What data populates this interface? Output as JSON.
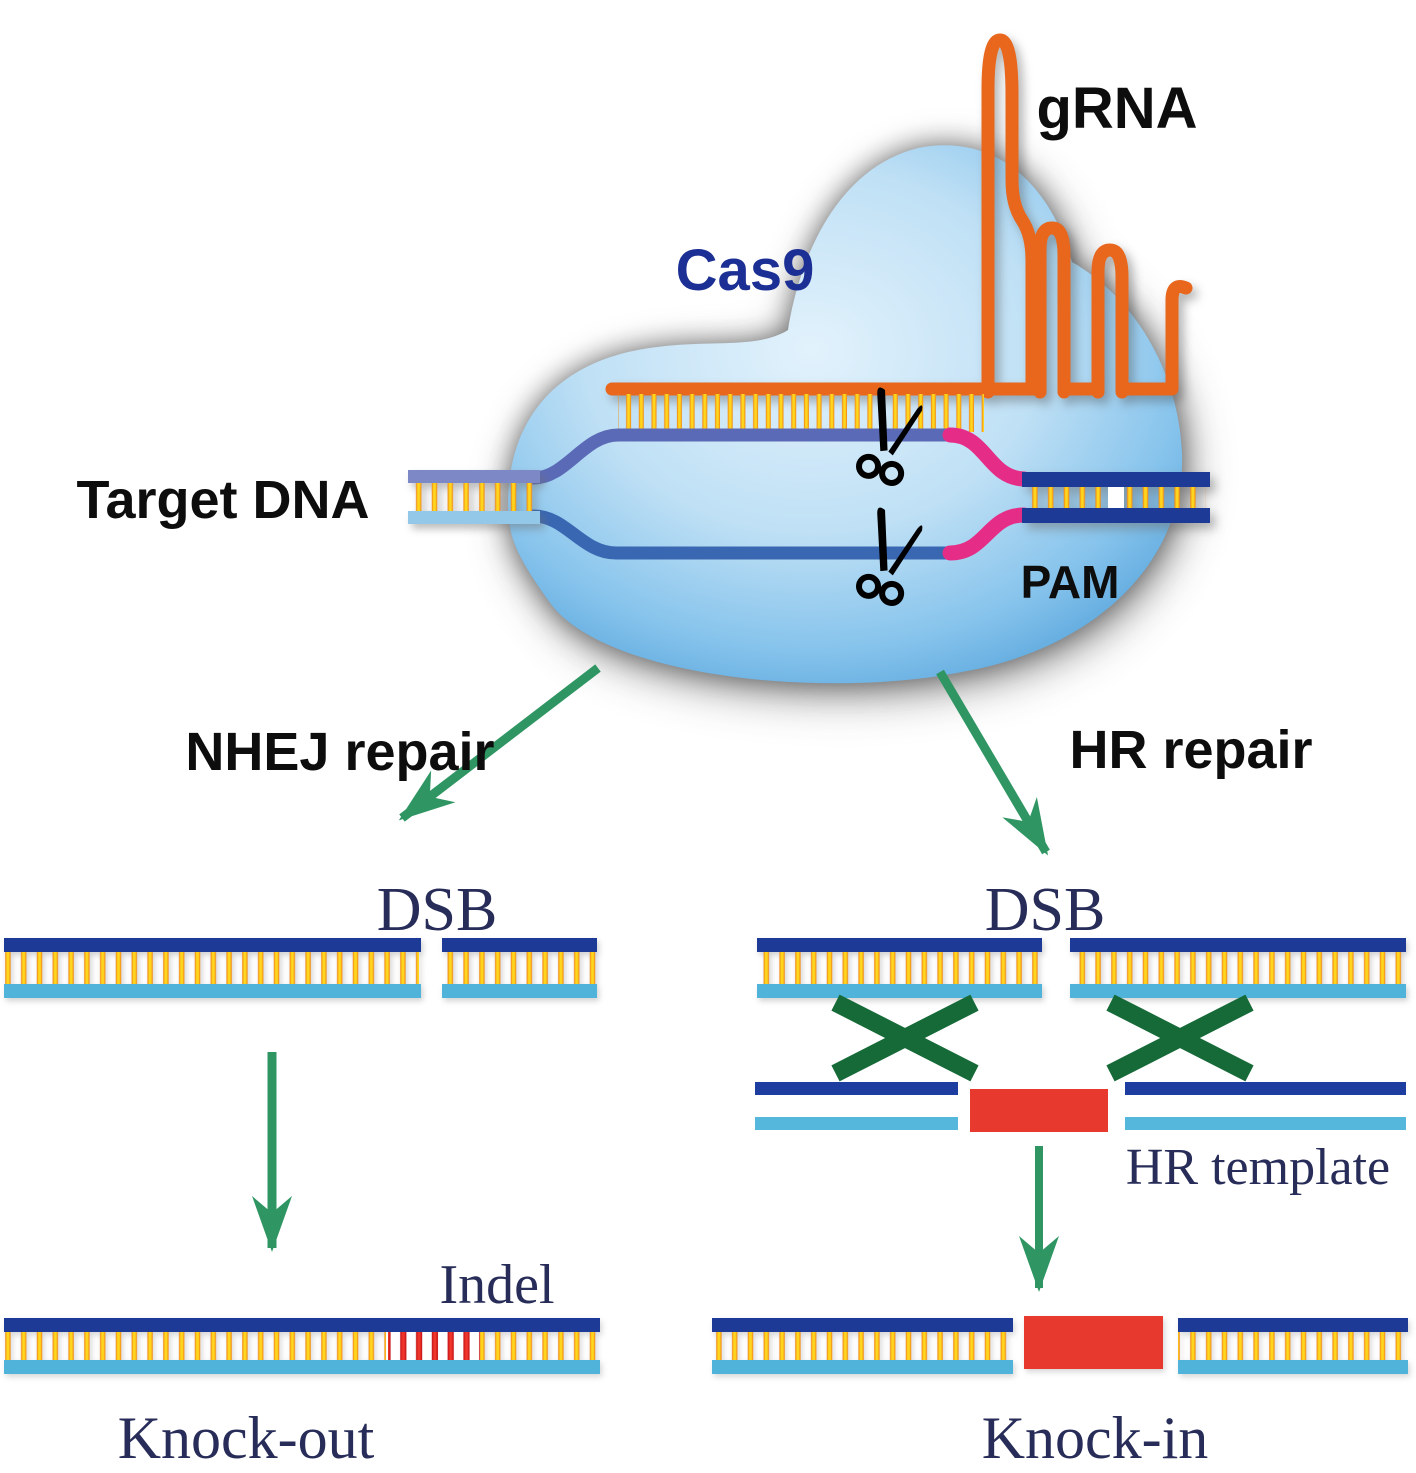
{
  "diagram": {
    "type": "CRISPR-Cas9 genome editing: NHEJ vs HR repair pathways",
    "complex": {
      "cas9": "Cas9",
      "grna": "gRNA",
      "target_dna": "Target DNA",
      "pam": "PAM"
    },
    "pathways": {
      "left": {
        "name": "NHEJ repair",
        "break_label": "DSB",
        "intermediate": "Indel",
        "outcome": "Knock-out"
      },
      "right": {
        "name": "HR repair",
        "break_label": "DSB",
        "template": "HR template",
        "outcome": "Knock-in"
      }
    },
    "colors": {
      "dna_top_strand": "#1d3a96",
      "dna_bottom_strand": "#4fb3da",
      "dna_left_top_strand": "#7d88c6",
      "dna_left_bottom_strand": "#93c8e8",
      "base_pair_yellow": "#ffd61e",
      "base_pair_edge": "#ef8012",
      "grna_orange": "#e8671d",
      "pam_pink": "#e52d87",
      "cas9_fill": "#a8d4f0",
      "arrow_green": "#2f9663",
      "cross_green": "#156a38",
      "insert_red": "#e8392e",
      "indel_red": "#e3231c",
      "serif_label_navy": "#272d58",
      "cas9_label_blue": "#1b2f94"
    }
  }
}
